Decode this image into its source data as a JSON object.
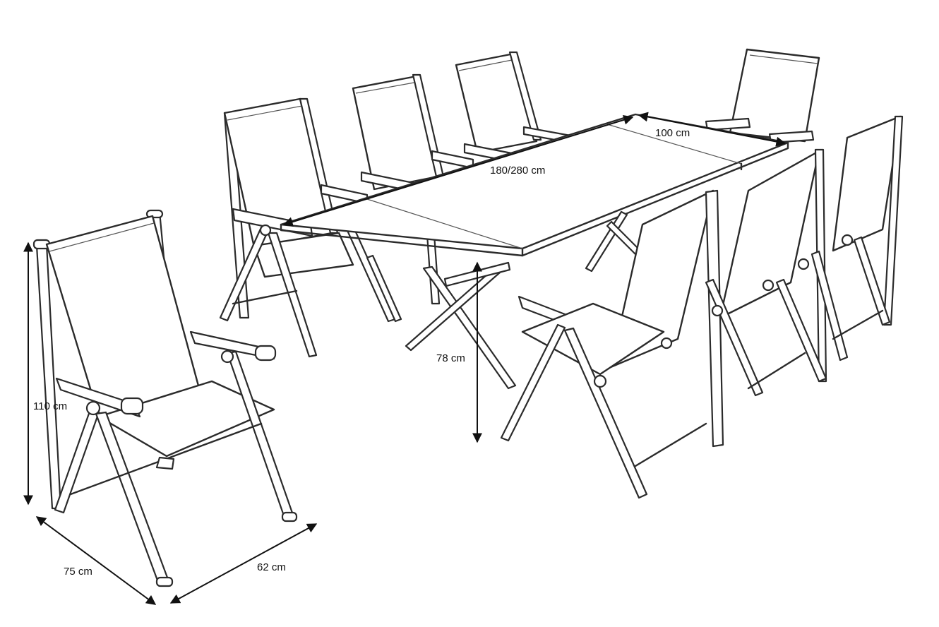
{
  "diagram": {
    "dimensions": {
      "table_length": "180/280 cm",
      "table_width": "100 cm",
      "table_height": "78 cm",
      "chair_height": "110 cm",
      "chair_depth": "75 cm",
      "chair_width": "62 cm"
    }
  }
}
